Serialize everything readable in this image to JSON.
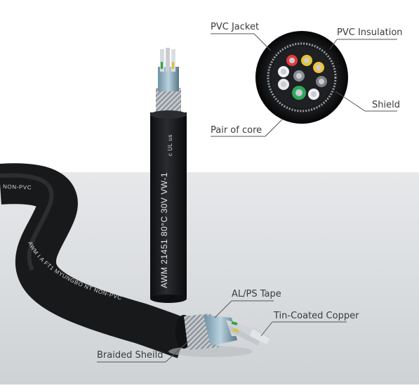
{
  "callouts": {
    "pvc_jacket": "PVC Jacket",
    "pvc_insulation": "PVC Insulation",
    "shield": "Shield",
    "pair_of_core": "Pair of core",
    "al_ps_tape": "AL/PS Tape",
    "tin_coated_copper": "Tin-Coated Copper",
    "braided_shield": "Braided Sheild"
  },
  "cable_print": {
    "vertical": "AWM 21451 80°C 30V VW-1",
    "curved": "AWM I A FT1 MYUNGBO NT NON-PVC",
    "left_end": "NON-PVC",
    "ul_mark": "c UL us"
  },
  "colors": {
    "background_top": "#ffffff",
    "floor": "#d7dadd",
    "cable_jacket": "#1c1d1f",
    "label_text": "#3a3a3a"
  }
}
